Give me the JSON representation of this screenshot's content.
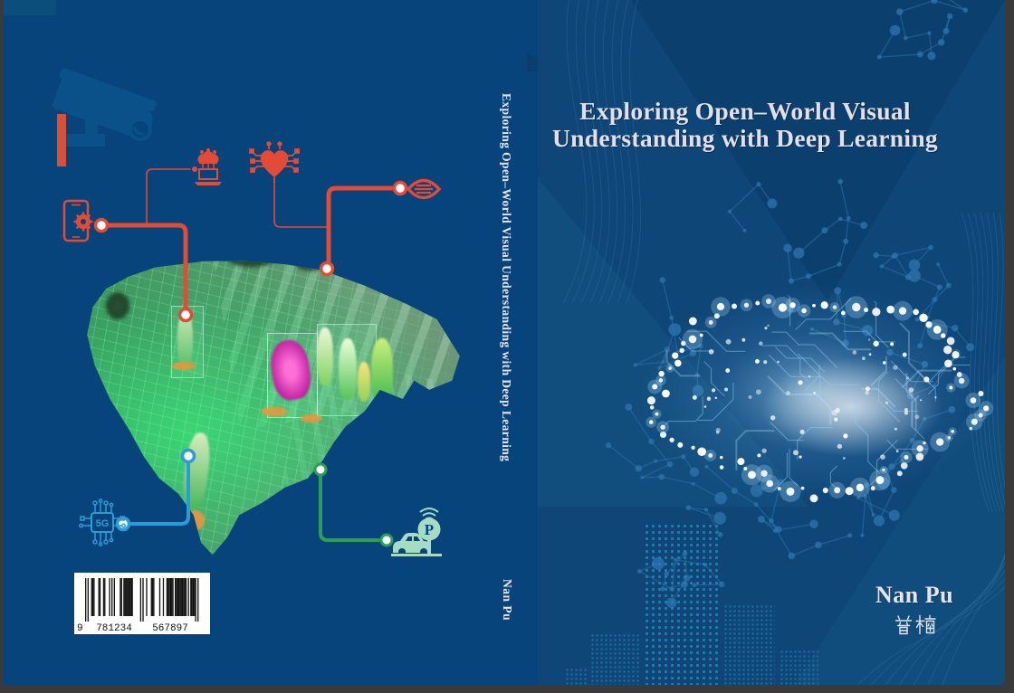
{
  "book_cover": {
    "front": {
      "title_line1": "Exploring Open–World Visual",
      "title_line2": "Understanding with Deep Learning",
      "author": "Nan Pu",
      "author_cjk": "普楠"
    },
    "spine": {
      "title": "Exploring Open–World Visual Understanding with Deep Learning",
      "author": "Nan Pu"
    },
    "back": {
      "chip_label": "5G",
      "parking_label": "P",
      "barcode": {
        "prefix": "9",
        "group1": "781234",
        "group2": "567897"
      }
    },
    "colors": {
      "back_background": "#07447B",
      "front_background": "#0E4678",
      "accent_red": "#E24B35",
      "accent_blue": "#2B9CD8",
      "accent_green": "#2E9E53",
      "accent_mint": "#A5DCC3",
      "text": "#E7E4F0"
    }
  }
}
